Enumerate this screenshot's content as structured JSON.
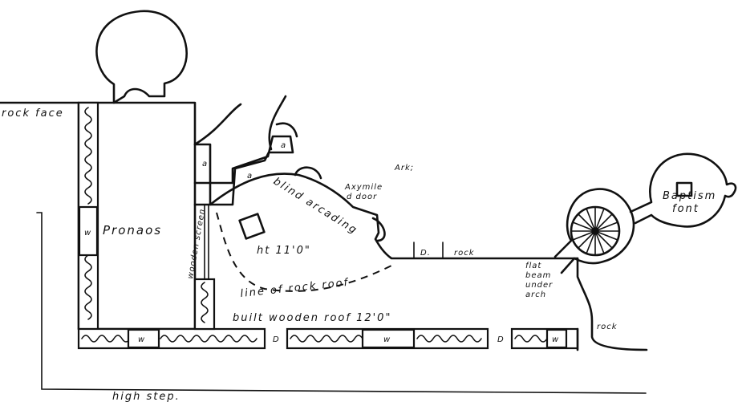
{
  "labels": {
    "rock_face": "rock face",
    "pronaos": "Pronaos",
    "wooden_screen": "wooden screen",
    "w": "w",
    "a": "a",
    "ark": "Ark;",
    "blind_arcading": "blind arcading",
    "axymile_door_1": "Axymile",
    "axymile_door_2": "d door",
    "height_1": "ht 11'0\"",
    "d": "D.",
    "rock": "rock",
    "line_of_rock_roof": "line of rock roof",
    "built_wooden_roof": "built wooden roof 12'0\"",
    "flat_beam_1": "flat",
    "flat_beam_2": "beam",
    "flat_beam_3": "under",
    "flat_beam_4": "arch",
    "baptism_font_1": "Baptism",
    "baptism_font_2": "font",
    "high_step": "high step.",
    "rock_2": "rock",
    "door_small": "D"
  }
}
